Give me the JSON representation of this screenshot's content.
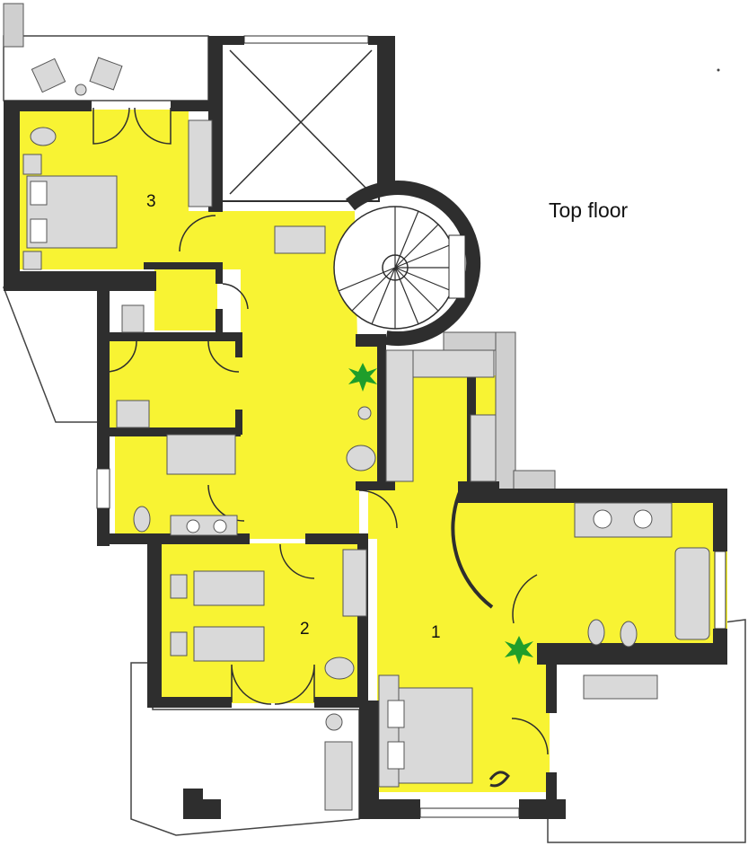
{
  "plan": {
    "title": "Top floor",
    "rooms": [
      {
        "number": "3"
      },
      {
        "number": "2"
      },
      {
        "number": "1"
      }
    ]
  },
  "colors": {
    "floor": "#f8f333",
    "wall": "#2e2e2e",
    "furniture": "#d9d9d9",
    "plant": "#1f9e2b",
    "stone": "#bdbdbd"
  }
}
